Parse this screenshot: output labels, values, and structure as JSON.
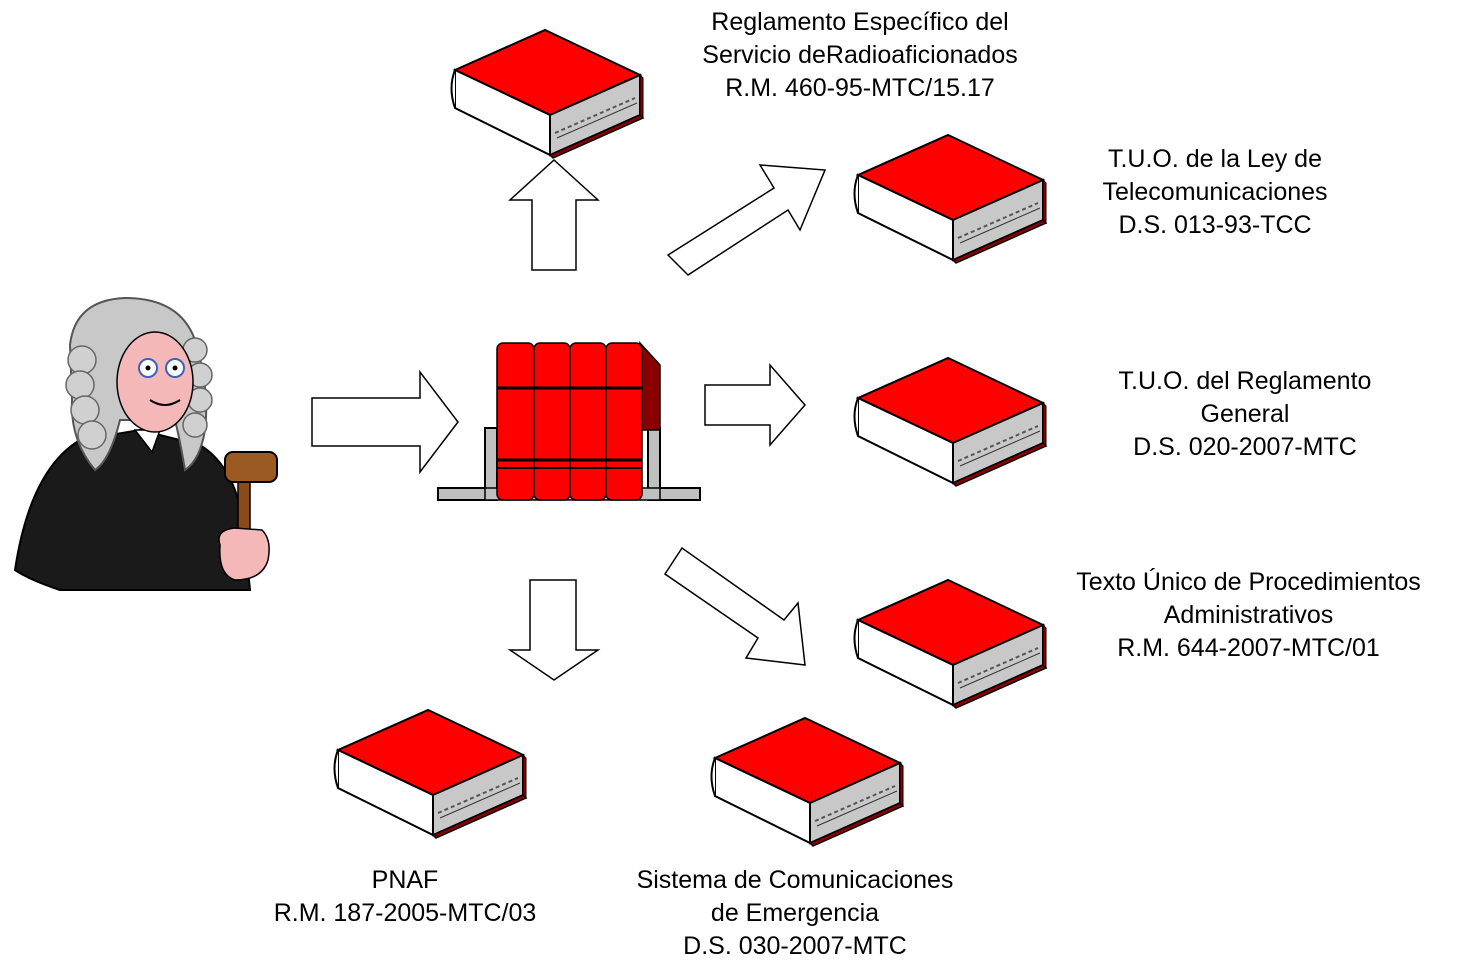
{
  "colors": {
    "book_red": "#ff0000",
    "book_dark_red": "#b00000",
    "page_gray": "#c0c0c0",
    "outline": "#000000",
    "arrow_fill": "#ffffff"
  },
  "icons": {
    "judge": "judge-with-gavel-icon",
    "shelf": "law-books-on-shelf-icon",
    "book": "red-book-icon",
    "arrow": "outline-block-arrow"
  },
  "documents": [
    {
      "id": "reglamento-especifico",
      "lines": [
        "Reglamento Específico del",
        "Servicio deRadioaficionados",
        "R.M. 460-95-MTC/15.17"
      ]
    },
    {
      "id": "tuo-ley",
      "lines": [
        "T.U.O. de la Ley de",
        "Telecomunicaciones",
        "D.S. 013-93-TCC"
      ]
    },
    {
      "id": "tuo-reglamento",
      "lines": [
        "T.U.O. del Reglamento",
        "General",
        "D.S. 020-2007-MTC"
      ]
    },
    {
      "id": "tupa",
      "lines": [
        "Texto Único de Procedimientos",
        "Administrativos",
        "R.M. 644-2007-MTC/01"
      ]
    },
    {
      "id": "pnaf",
      "lines": [
        "PNAF",
        "R.M. 187-2005-MTC/03"
      ]
    },
    {
      "id": "sistema-emergencia",
      "lines": [
        "Sistema de Comunicaciones",
        "de Emergencia",
        "D.S. 030-2007-MTC"
      ]
    }
  ]
}
